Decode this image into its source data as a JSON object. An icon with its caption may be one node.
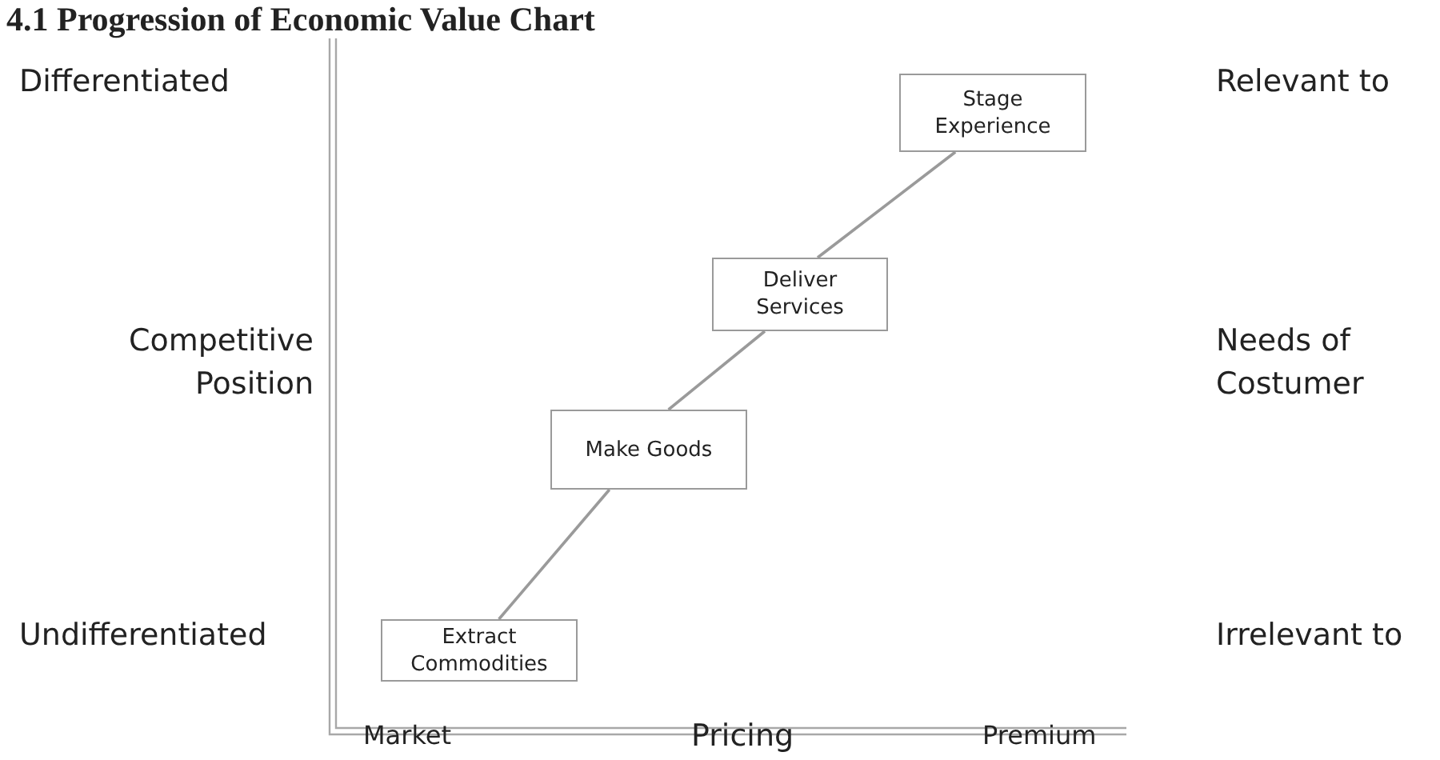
{
  "diagram": {
    "title": "4.1 Progression of Economic Value Chart",
    "nodes": [
      {
        "text": [
          "Extract Commodities"
        ]
      },
      {
        "text": [
          "Make Goods"
        ]
      },
      {
        "text": [
          "Deliver Services"
        ]
      },
      {
        "text": [
          "Stage Experience"
        ]
      }
    ],
    "edges": [
      {
        "from": 0,
        "to": 1,
        "arrow": "none"
      },
      {
        "from": 1,
        "to": 2,
        "arrow": "none"
      },
      {
        "from": 2,
        "to": 3,
        "arrow": "none"
      }
    ],
    "labels": [
      "Differentiated",
      "Relevant to",
      "Competitive Position",
      "Needs of Costumer",
      "Undifferentiated",
      "Irrelevant to",
      "Market",
      "Pricing",
      "Premium"
    ]
  }
}
